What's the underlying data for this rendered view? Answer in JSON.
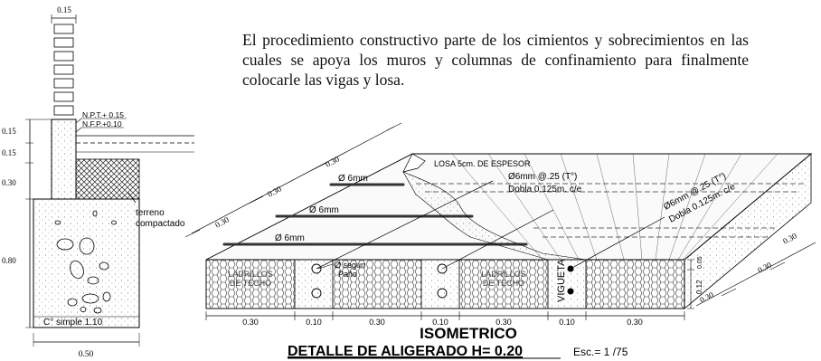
{
  "description": "El procedimiento constructivo parte de los cimientos y sobrecimientos en las cuales se apoya los muros y columnas de confinamiento para finalmente colocarle las vigas y losa.",
  "section": {
    "top_width": "0.15",
    "npt": "N.P.T.+ 0.15",
    "nfp": "N.F.P.+0.10",
    "dims": [
      "0.15",
      "0.15",
      "0.30",
      "0.80"
    ],
    "terrain_line1": "terreno",
    "terrain_line2": "compactado",
    "concrete": "C° simple 1.10",
    "base_width": "0.50"
  },
  "isometric": {
    "slab_label": "LOSA 5cm. DE ESPESOR",
    "rebar_note_1": "Ø6mm @.25 (T°)",
    "rebar_note_1b": "Dobla 0.125m. c/e",
    "rebar_note_2": "Ø6mm @.25 (T°)",
    "rebar_note_2b": "Dobla 0.125m. c/e",
    "bar_labels": [
      "Ø  6mm",
      "Ø  6mm",
      "Ø  6mm"
    ],
    "side_dims": [
      "0.30",
      "0.30",
      "0.30"
    ],
    "right_dims": [
      "0.30",
      "0.30",
      "0.30"
    ],
    "brick_labels": [
      "LADRILLOS",
      "LADRILLOS"
    ],
    "brick_sublabels": [
      "DE TECHO",
      "DE TECHO"
    ],
    "bar_note": "Ø segun",
    "bar_note_2": "Paño",
    "vigueta": "VIGUETA",
    "height_dims": [
      "0.05",
      "0.12"
    ],
    "bottom_dims": [
      "0.30",
      "0.10",
      "0.30",
      "0.10",
      "0.30",
      "0.10",
      "0.30"
    ],
    "title": "ISOMETRICO",
    "detail_title": "DETALLE  DE  ALIGERADO H= 0.20",
    "scale": "Esc.= 1 /75"
  }
}
